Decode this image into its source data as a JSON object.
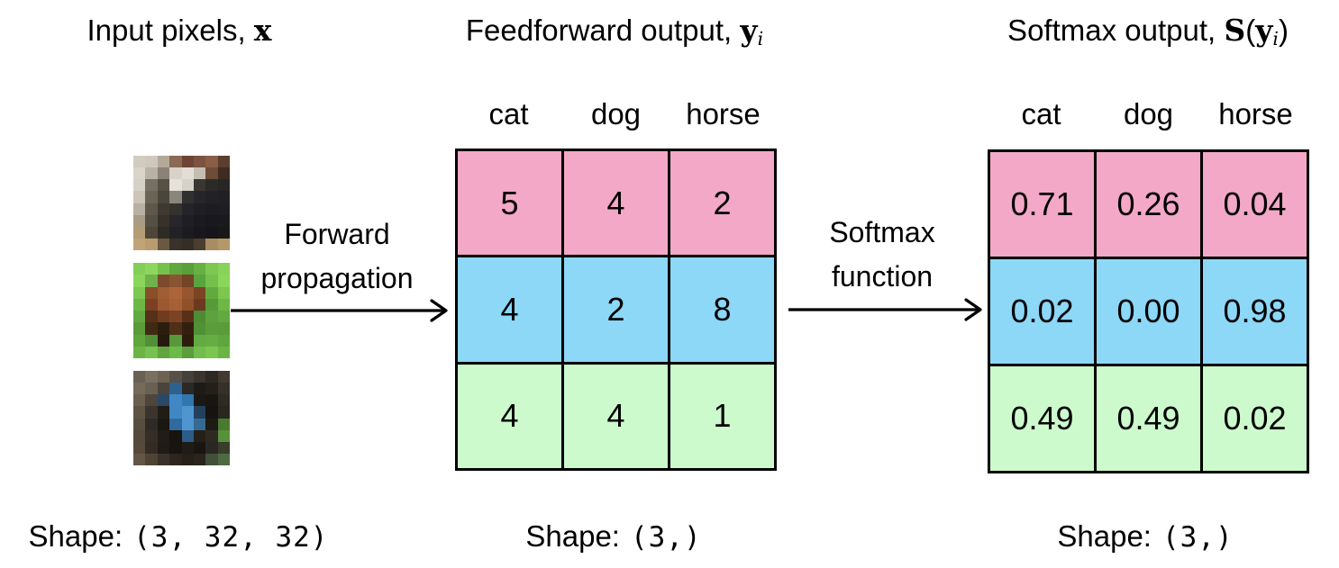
{
  "titles": {
    "input": {
      "prefix": "Input pixels, ",
      "bold": "x"
    },
    "feedforward": {
      "prefix": "Feedforward output, ",
      "bold": "y",
      "sub": "i"
    },
    "softmax": {
      "prefix": "Softmax output, ",
      "bold_s": "S",
      "open": "(",
      "bold_y": "y",
      "sub": "i",
      "close": ")"
    }
  },
  "class_headers": [
    "cat",
    "dog",
    "horse"
  ],
  "arrows": [
    {
      "label_line1": "Forward",
      "label_line2": "propagation"
    },
    {
      "label_line1": "Softmax",
      "label_line2": "function"
    }
  ],
  "tables": {
    "feedforward": {
      "rows": [
        [
          "5",
          "4",
          "2"
        ],
        [
          "4",
          "2",
          "8"
        ],
        [
          "4",
          "4",
          "1"
        ]
      ]
    },
    "softmax": {
      "rows": [
        [
          "0.71",
          "0.26",
          "0.04"
        ],
        [
          "0.02",
          "0.00",
          "0.98"
        ],
        [
          "0.49",
          "0.49",
          "0.02"
        ]
      ]
    }
  },
  "row_colors": [
    "#F2A8C6",
    "#8DD7F7",
    "#CCFACC"
  ],
  "shapes": {
    "input": {
      "label": "Shape:",
      "value": "(3, 32, 32)"
    },
    "feedforward": {
      "label": "Shape:",
      "value": "(3,)"
    },
    "softmax": {
      "label": "Shape:",
      "value": "(3,)"
    }
  },
  "input_images": [
    {
      "name": "cat-image",
      "pixels": [
        [
          "#d2ccc0",
          "#cfc9bd",
          "#b4a898",
          "#8a6a54",
          "#6e4534",
          "#7c5240",
          "#8a5e46",
          "#5c3e2e"
        ],
        [
          "#dad5cb",
          "#b8b2a6",
          "#8a8276",
          "#d8d2c8",
          "#e2ded6",
          "#c4beb2",
          "#6e4c38",
          "#3e2c20"
        ],
        [
          "#d6d1c7",
          "#767062",
          "#565046",
          "#e6e2da",
          "#d6d2ca",
          "#3a3632",
          "#2c2a28",
          "#282624"
        ],
        [
          "#ccc5b8",
          "#6a6456",
          "#4a463c",
          "#8a867c",
          "#30302e",
          "#26262a",
          "#222226",
          "#202024"
        ],
        [
          "#b8b0a0",
          "#5e584c",
          "#3e3a32",
          "#34322e",
          "#24242a",
          "#1e1e24",
          "#1c1c22",
          "#1e1e22"
        ],
        [
          "#a89c84",
          "#565044",
          "#363229",
          "#28262a",
          "#1e1e24",
          "#1a1a20",
          "#18181e",
          "#1a1a1e"
        ],
        [
          "#b49c74",
          "#4e4638",
          "#2e2a24",
          "#222226",
          "#1c1c20",
          "#18181c",
          "#16161a",
          "#181818"
        ],
        [
          "#c0a478",
          "#b89c70",
          "#6a5840",
          "#3a322a",
          "#352e26",
          "#4a3e30",
          "#a88c62",
          "#b49868"
        ]
      ]
    },
    {
      "name": "horse-image",
      "pixels": [
        [
          "#82ce58",
          "#8ed65e",
          "#74c24c",
          "#60a83e",
          "#58a03a",
          "#66b044",
          "#7cc852",
          "#88d25a"
        ],
        [
          "#8ad65a",
          "#70b24a",
          "#7c4a2c",
          "#8a5432",
          "#744426",
          "#5aa43e",
          "#74c04c",
          "#8ad65a"
        ],
        [
          "#7cc850",
          "#8a4e2a",
          "#a05e34",
          "#ac6438",
          "#985630",
          "#7c4424",
          "#62aa40",
          "#7ec64e"
        ],
        [
          "#6cb846",
          "#7c4022",
          "#9c5830",
          "#a66036",
          "#905028",
          "#6c3a1e",
          "#569a3a",
          "#6cb846"
        ],
        [
          "#62aa40",
          "#563018",
          "#703c20",
          "#7c4424",
          "#583018",
          "#4e8c34",
          "#5ea23e",
          "#62aa40"
        ],
        [
          "#5a9c3a",
          "#402a14",
          "#2c1e0e",
          "#4e3018",
          "#32200e",
          "#509036",
          "#5a9e3c",
          "#5a9c3a"
        ],
        [
          "#60a63e",
          "#509036",
          "#261a0e",
          "#58983a",
          "#2c1c0c",
          "#62aa42",
          "#66ae44",
          "#60a63e"
        ],
        [
          "#6cb446",
          "#76c24e",
          "#62a440",
          "#6eba48",
          "#5c9e3c",
          "#72be4c",
          "#7ac64f",
          "#6cb446"
        ]
      ]
    },
    {
      "name": "dog-image",
      "pixels": [
        [
          "#6a6054",
          "#7a7060",
          "#6e6252",
          "#585046",
          "#44403a",
          "#3a342c",
          "#2e2822",
          "#423a30"
        ],
        [
          "#766a58",
          "#686052",
          "#4a443c",
          "#2e6090",
          "#2c2824",
          "#1e1a16",
          "#242019",
          "#363028"
        ],
        [
          "#6a5f50",
          "#4e463c",
          "#2a4868",
          "#3f88c4",
          "#2f77ae",
          "#1b1713",
          "#191511",
          "#2e2a24"
        ],
        [
          "#5e5444",
          "#3a342c",
          "#201c16",
          "#3f88c4",
          "#4f96d0",
          "#23405c",
          "#171310",
          "#2a2620"
        ],
        [
          "#584e40",
          "#2e2a24",
          "#1a1612",
          "#2f6b9e",
          "#4f96d0",
          "#366a94",
          "#1e1a14",
          "#4a7a2e"
        ],
        [
          "#544a3c",
          "#342e26",
          "#201c16",
          "#17130f",
          "#2c5c88",
          "#242018",
          "#2e2a22",
          "#57923a"
        ],
        [
          "#564a3a",
          "#342c24",
          "#201b16",
          "#181411",
          "#1f1b15",
          "#191510",
          "#2a2822",
          "#3a3c2c"
        ],
        [
          "#645646",
          "#4e4436",
          "#3a322a",
          "#2c261e",
          "#262018",
          "#2a241c",
          "#42503a",
          "#4e6a40"
        ]
      ]
    }
  ]
}
